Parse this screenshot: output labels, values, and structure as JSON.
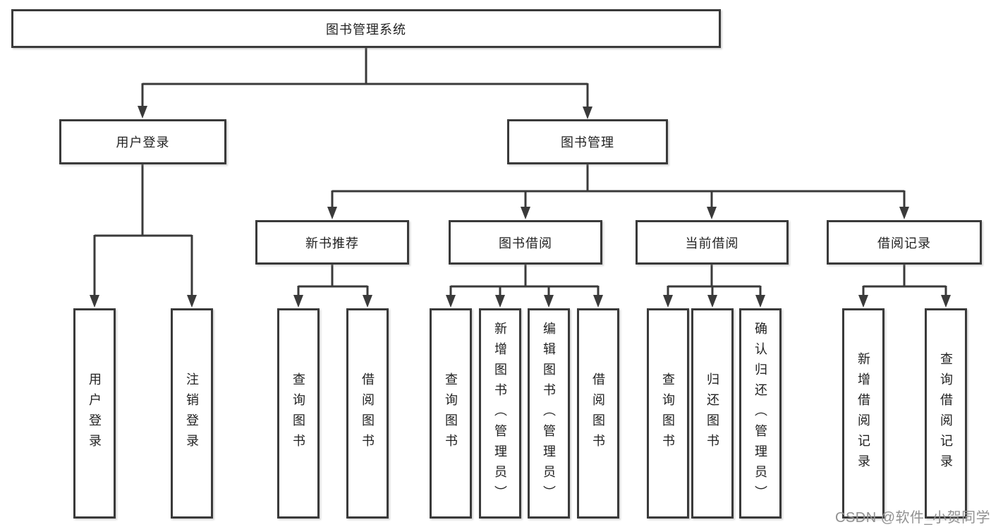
{
  "diagram": {
    "title": "图书管理系统",
    "root": {
      "label": "图书管理系统"
    },
    "level2": {
      "user_login": {
        "label": "用户登录"
      },
      "book_management": {
        "label": "图书管理"
      }
    },
    "level3": {
      "new_book_recommend": {
        "label": "新书推荐"
      },
      "book_borrowing": {
        "label": "图书借阅"
      },
      "current_borrowing": {
        "label": "当前借阅"
      },
      "borrowing_records": {
        "label": "借阅记录"
      }
    },
    "leaves": {
      "user_login": [
        "用户登录",
        "注销登录"
      ],
      "new_book_recommend": [
        "查询图书",
        "借阅图书"
      ],
      "book_borrowing": [
        "查询图书",
        "新增图书（管理员）",
        "编辑图书（管理员）",
        "借阅图书"
      ],
      "current_borrowing": [
        "查询图书",
        "归还图书",
        "确认归还（管理员）"
      ],
      "borrowing_records": [
        "新增借阅记录",
        "查询借阅记录"
      ]
    }
  },
  "watermark": {
    "text": "CSDN @软件_小贺同学"
  },
  "colors": {
    "line": "#3a3a3a",
    "box_border": "#3a3a3a",
    "text": "#222222",
    "background": "#ffffff",
    "watermark": "#919191"
  }
}
